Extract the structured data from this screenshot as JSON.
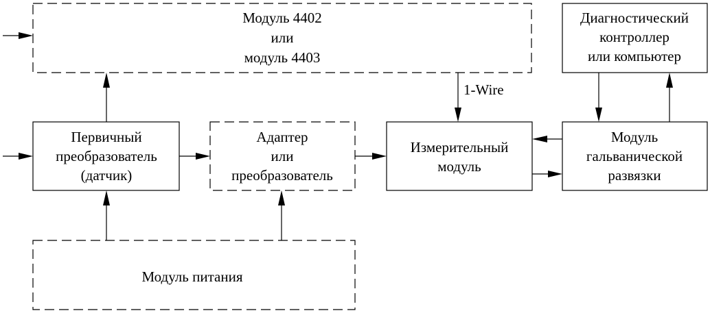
{
  "blocks": {
    "module_4402": [
      "Модуль 4402",
      "или",
      "модуль 4403"
    ],
    "diagnostic": [
      "Диагностический",
      "контроллер",
      "или компьютер"
    ],
    "primary": [
      "Первичный",
      "преобразователь",
      "(датчик)"
    ],
    "adapter": [
      "Адаптер",
      "или",
      "преобразователь"
    ],
    "measuring": [
      "Измерительный",
      "модуль"
    ],
    "galvanic": [
      "Модуль",
      "гальванической",
      "развязки"
    ],
    "power": [
      "Модуль питания"
    ]
  },
  "labels": {
    "one_wire": "1-Wire"
  },
  "colors": {
    "line": "#000000",
    "background": "#ffffff"
  }
}
